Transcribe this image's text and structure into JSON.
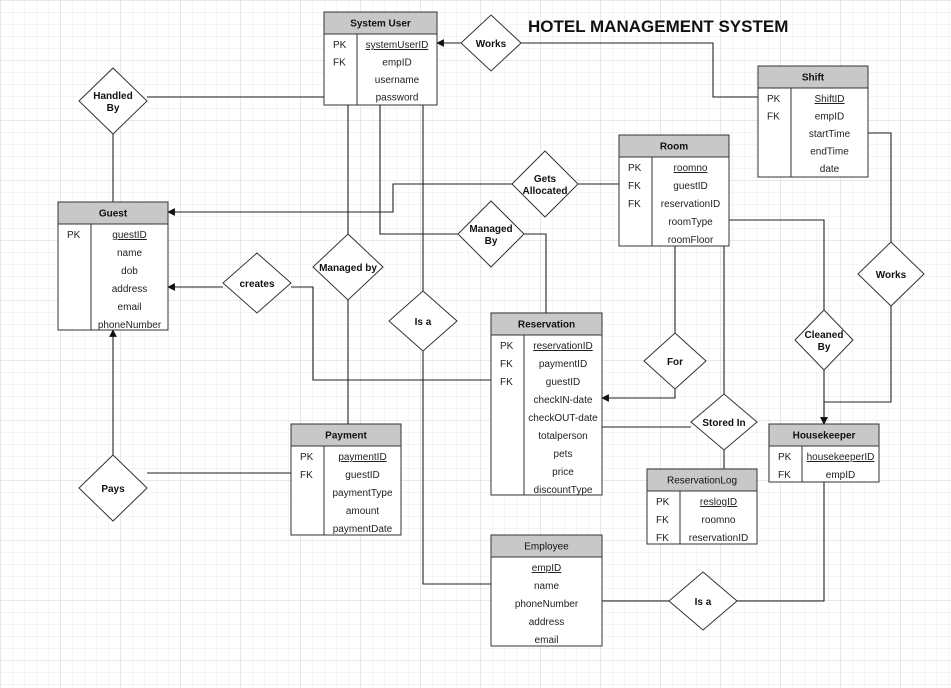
{
  "title": "HOTEL MANAGEMENT SYSTEM",
  "entities": {
    "system_user": {
      "name": "System User",
      "keys": [
        "PK",
        "FK",
        "",
        ""
      ],
      "attributes": [
        "systemUserID",
        "empID",
        "username",
        "password"
      ],
      "primary": "systemUserID"
    },
    "shift": {
      "name": "Shift",
      "keys": [
        "PK",
        "FK",
        "",
        "",
        ""
      ],
      "attributes": [
        "ShiftID",
        "empID",
        "startTime",
        "endTime",
        "date"
      ],
      "primary": "ShiftID"
    },
    "room": {
      "name": "Room",
      "keys": [
        "PK",
        "FK",
        "FK",
        "",
        ""
      ],
      "attributes": [
        "roomno",
        "guestID",
        "reservationID",
        "roomType",
        "roomFloor"
      ],
      "primary": "roomno"
    },
    "guest": {
      "name": "Guest",
      "keys": [
        "PK",
        "",
        "",
        "",
        "",
        ""
      ],
      "attributes": [
        "guestID",
        "name",
        "dob",
        "address",
        "email",
        "phoneNumber"
      ],
      "primary": "guestID"
    },
    "reservation": {
      "name": "Reservation",
      "keys": [
        "PK",
        "FK",
        "FK",
        "",
        "",
        "",
        "",
        "",
        ""
      ],
      "attributes": [
        "reservationID",
        "paymentID",
        "guestID",
        "checkIN-date",
        "checkOUT-date",
        "totalperson",
        "pets",
        "price",
        "discountType"
      ],
      "primary": "reservationID"
    },
    "payment": {
      "name": "Payment",
      "keys": [
        "PK",
        "FK",
        "",
        "",
        ""
      ],
      "attributes": [
        "paymentID",
        "guestID",
        "paymentType",
        "amount",
        "paymentDate"
      ],
      "primary": "paymentID"
    },
    "housekeeper": {
      "name": "Housekeeper",
      "keys": [
        "PK",
        "FK"
      ],
      "attributes": [
        "housekeeperID",
        "empID"
      ],
      "primary": "housekeeperID"
    },
    "reservation_log": {
      "name": "ReservationLog",
      "keys": [
        "PK",
        "FK",
        "FK"
      ],
      "attributes": [
        "reslogID",
        "roomno",
        "reservationID"
      ],
      "primary": "reslogID"
    },
    "employee": {
      "name": "Employee",
      "keys": [],
      "attributes": [
        "empID",
        "name",
        "phoneNumber",
        "address",
        "email"
      ],
      "primary": "empID"
    }
  },
  "relationships": {
    "works_1": [
      "Works"
    ],
    "handled_by": [
      "Handled",
      "By"
    ],
    "gets_allocated": [
      "Gets",
      "Allocated"
    ],
    "managed_by_1": [
      "Managed",
      "By"
    ],
    "creates": [
      "creates"
    ],
    "managed_by_2": [
      "Managed by"
    ],
    "is_a_1": [
      "Is a"
    ],
    "works_2": [
      "Works"
    ],
    "cleaned_by": [
      "Cleaned",
      "By"
    ],
    "for": [
      "For"
    ],
    "stored_in": [
      "Stored In"
    ],
    "pays": [
      "Pays"
    ],
    "is_a_2": [
      "Is a"
    ]
  }
}
